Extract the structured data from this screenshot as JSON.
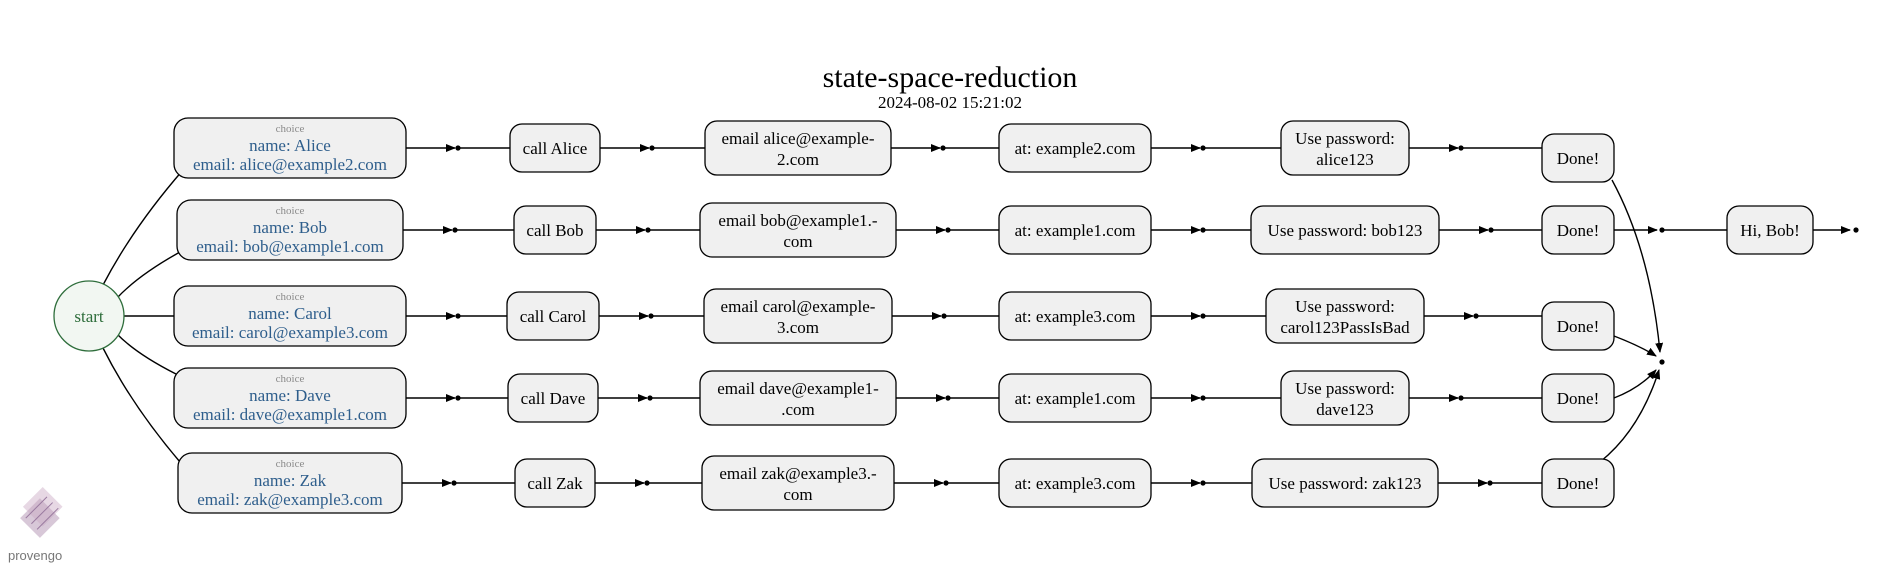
{
  "header": {
    "title": "state-space-reduction",
    "timestamp": "2024-08-02 15:21:02"
  },
  "start": {
    "label": "start"
  },
  "rows": [
    {
      "choice_tag": "choice",
      "name": "name: Alice",
      "email": "email: alice@example2.com",
      "call": "call Alice",
      "email_step": [
        "email alice@example-",
        "2.com"
      ],
      "at": "at: example2.com",
      "password": [
        "Use password:",
        "alice123"
      ],
      "done": "Done!"
    },
    {
      "choice_tag": "choice",
      "name": "name: Bob",
      "email": "email: bob@example1.com",
      "call": "call Bob",
      "email_step": [
        "email bob@example1.-",
        "com"
      ],
      "at": "at: example1.com",
      "password": [
        "Use password: bob123"
      ],
      "done": "Done!",
      "extra": "Hi, Bob!"
    },
    {
      "choice_tag": "choice",
      "name": "name: Carol",
      "email": "email: carol@example3.com",
      "call": "call Carol",
      "email_step": [
        "email carol@example-",
        "3.com"
      ],
      "at": "at: example3.com",
      "password": [
        "Use password:",
        "carol123PassIsBad"
      ],
      "done": "Done!"
    },
    {
      "choice_tag": "choice",
      "name": "name: Dave",
      "email": "email: dave@example1.com",
      "call": "call Dave",
      "email_step": [
        "email dave@example1-",
        ".com"
      ],
      "at": "at: example1.com",
      "password": [
        "Use password:",
        "dave123"
      ],
      "done": "Done!"
    },
    {
      "choice_tag": "choice",
      "name": "name: Zak",
      "email": "email: zak@example3.com",
      "call": "call Zak",
      "email_step": [
        "email zak@example3.-",
        "com"
      ],
      "at": "at: example3.com",
      "password": [
        "Use password: zak123"
      ],
      "done": "Done!"
    }
  ],
  "logo": {
    "text": "provengo"
  }
}
